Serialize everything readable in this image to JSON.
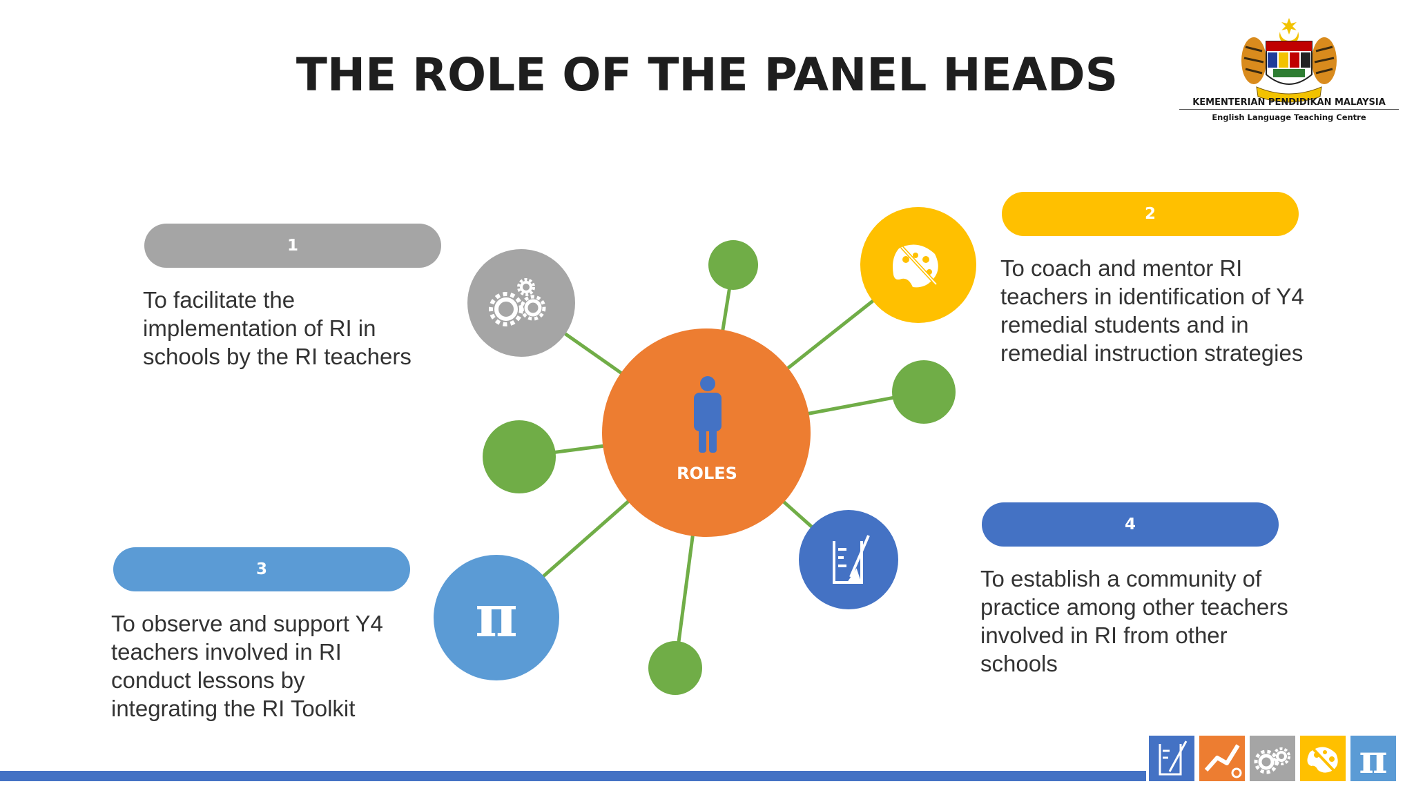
{
  "title": "THE ROLE OF THE PANEL HEADS",
  "ministry": {
    "name": "KEMENTERIAN PENDIDIKAN MALAYSIA",
    "subtitle": "English Language Teaching Centre"
  },
  "center": {
    "label": "ROLES",
    "icon": "person-icon",
    "color": "#ed7d31"
  },
  "connector_color": "#70ad47",
  "roles": [
    {
      "number": "1",
      "color": "#a5a5a5",
      "icon": "gears-icon",
      "text": "To facilitate the implementation of RI in schools by the RI teachers"
    },
    {
      "number": "2",
      "color": "#ffc000",
      "icon": "palette-icon",
      "text": "To coach and mentor RI teachers in identification of Y4  remedial students and in remedial instruction strategies"
    },
    {
      "number": "3",
      "color": "#5b9bd5",
      "icon": "pi-icon",
      "text": "To observe and support Y4 teachers involved in RI conduct lessons by integrating the RI Toolkit"
    },
    {
      "number": "4",
      "color": "#4472c4",
      "icon": "beaker-icon",
      "text": "To establish a community of practice among other teachers involved in RI from other schools"
    }
  ],
  "footer": {
    "bar_color": "#4472c4",
    "icons": [
      "beaker-icon",
      "graph-icon",
      "gears-icon",
      "palette-icon",
      "pi-icon"
    ]
  }
}
